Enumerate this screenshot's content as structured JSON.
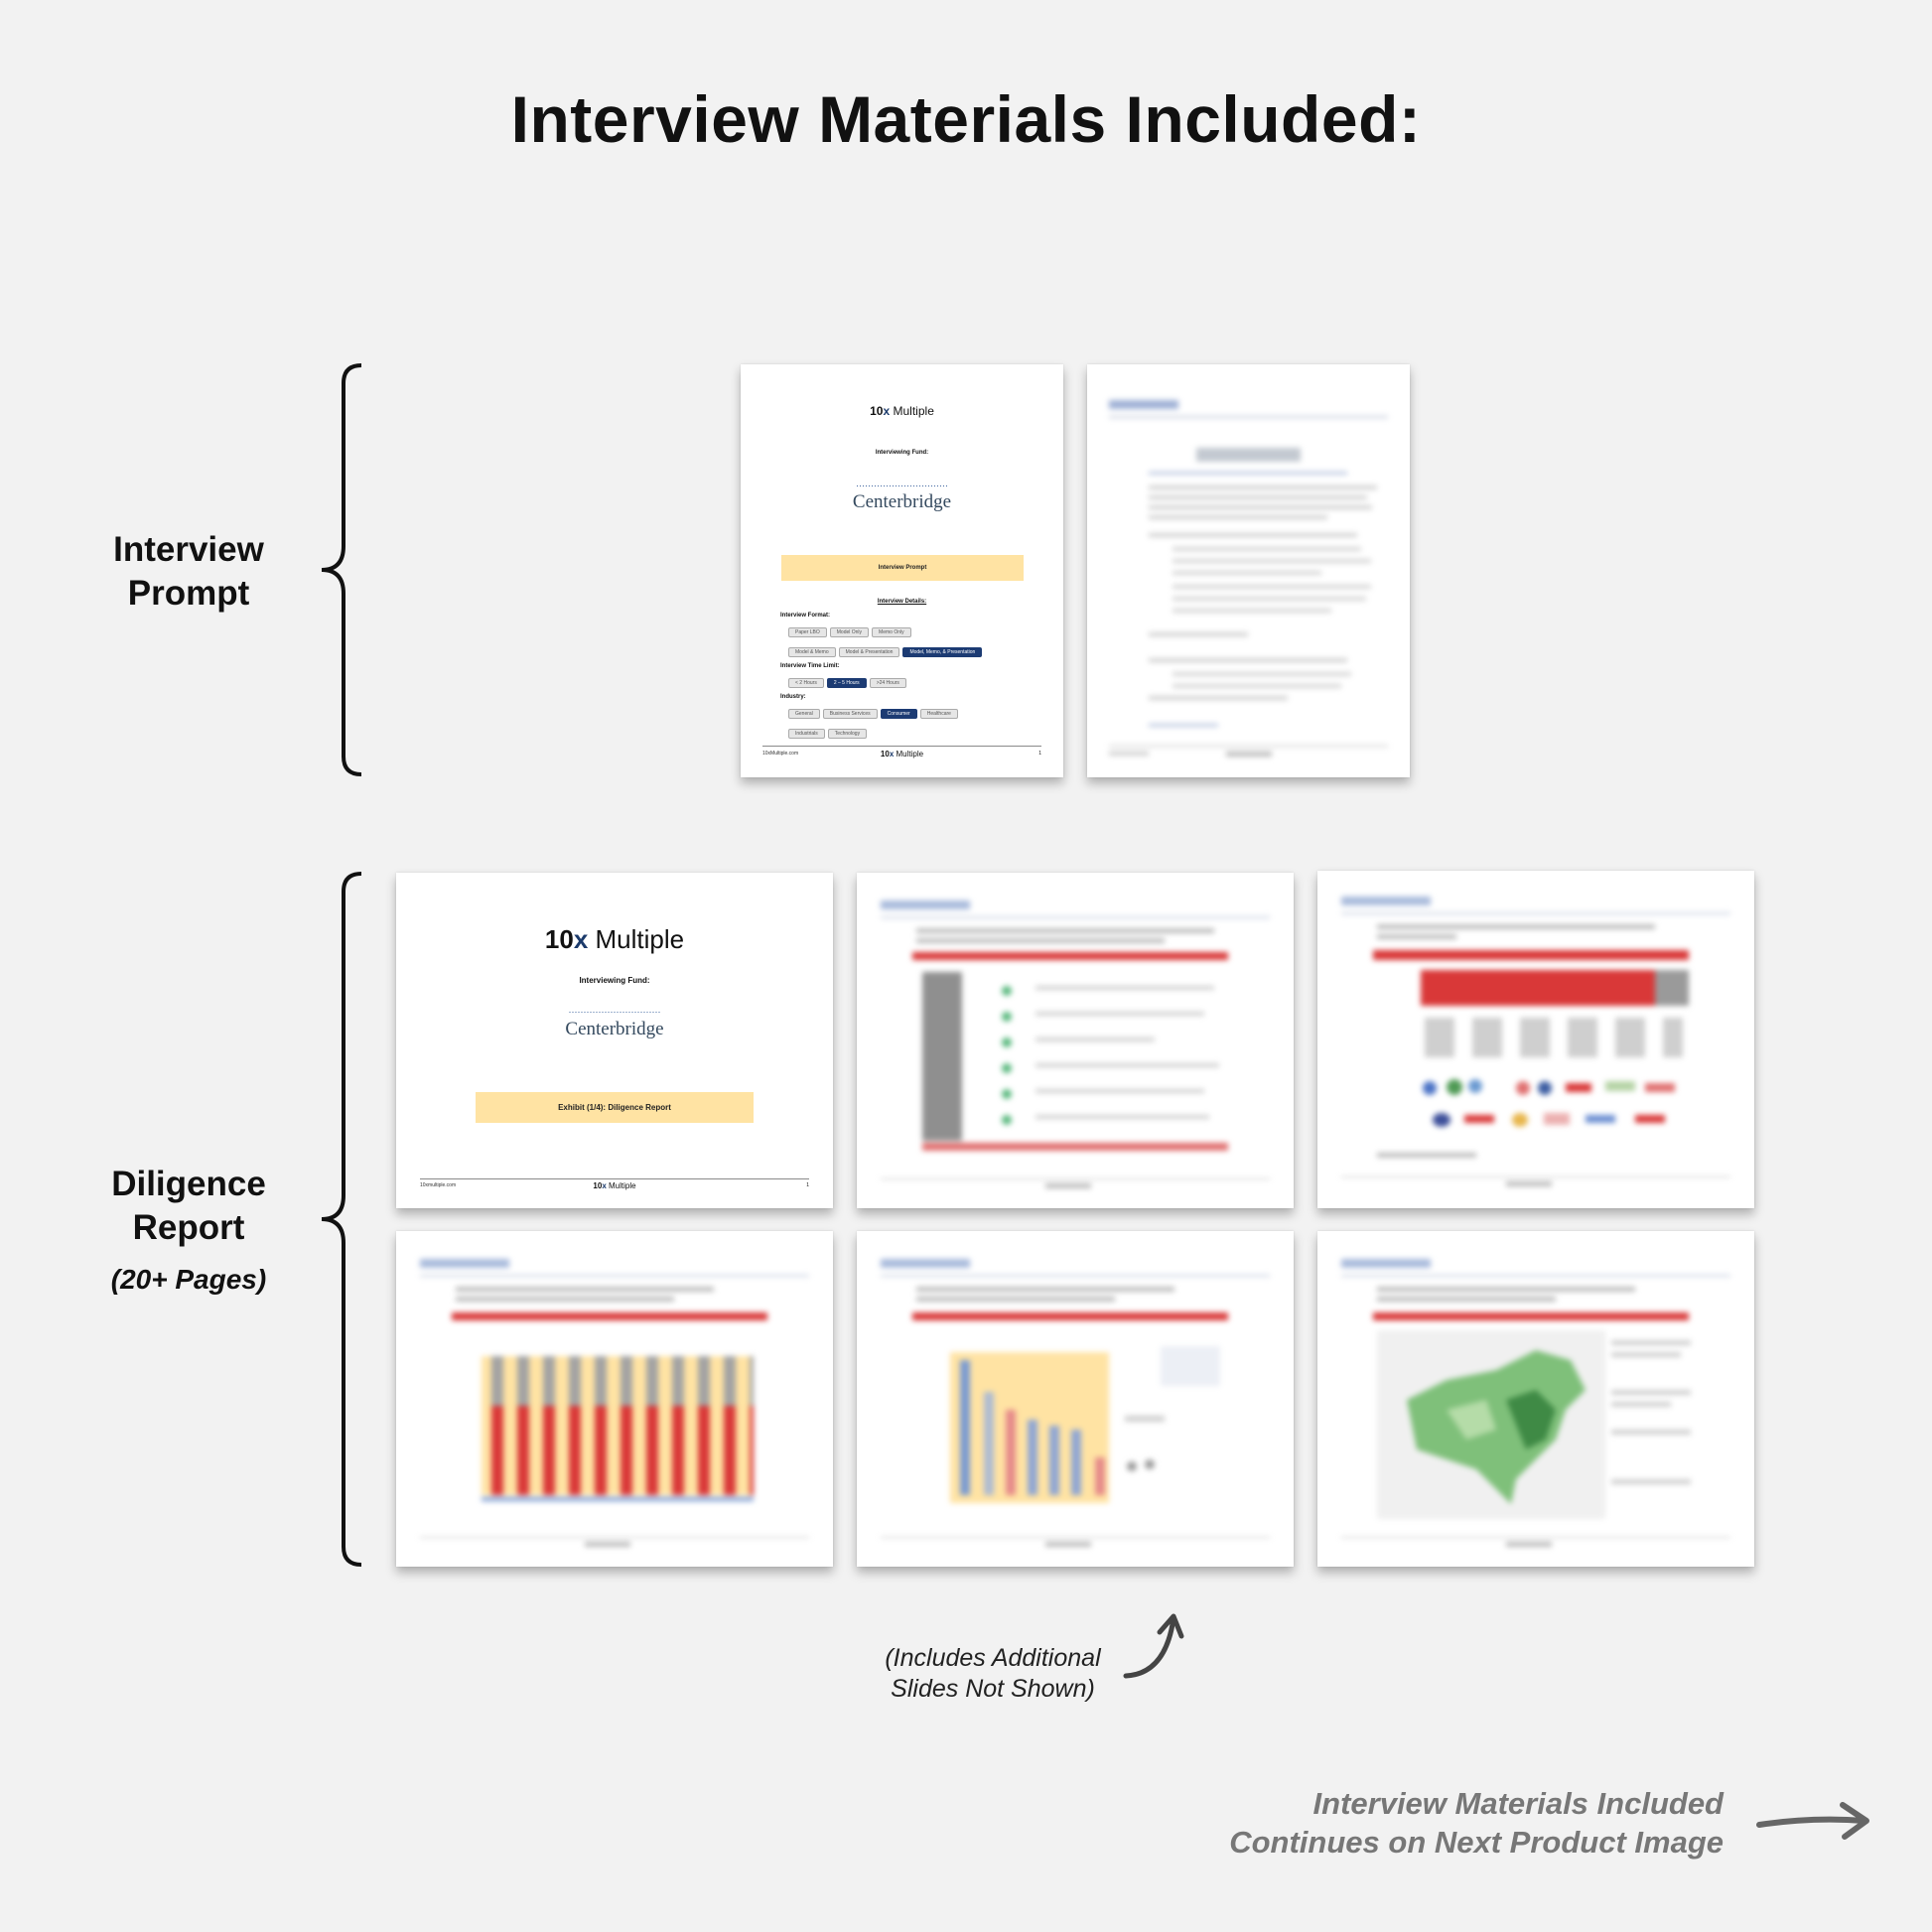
{
  "title": "Interview Materials Included:",
  "sections": {
    "prompt": {
      "label_line1": "Interview",
      "label_line2": "Prompt"
    },
    "report": {
      "label_line1": "Diligence",
      "label_line2": "Report",
      "sub": "(20+ Pages)"
    }
  },
  "prompt_cover": {
    "brand_num": "10",
    "brand_x": "x",
    "brand_word": "Multiple",
    "fund_label": "Interviewing Fund:",
    "fund_logo": "Centerbridge",
    "banner": "Interview Prompt",
    "details_heading": "Interview Details:",
    "format_label": "Interview Format:",
    "format_options": [
      "Paper LBO",
      "Model Only",
      "Memo Only",
      "Model & Memo",
      "Model & Presentation",
      "Model, Memo, & Presentation"
    ],
    "format_selected": "Model, Memo, & Presentation",
    "time_label": "Interview Time Limit:",
    "time_options": [
      "< 2 Hours",
      "2 – 5 Hours",
      ">24 Hours"
    ],
    "time_selected": "2 – 5 Hours",
    "industry_label": "Industry:",
    "industry_options": [
      "General",
      "Business Services",
      "Consumer",
      "Healthcare",
      "Industrials",
      "Technology"
    ],
    "industry_selected": "Consumer",
    "footer_left": "10xMultiple.com",
    "footer_page": "1"
  },
  "report_cover": {
    "brand_num": "10",
    "brand_x": "x",
    "brand_word": "Multiple",
    "fund_label": "Interviewing Fund:",
    "fund_logo": "Centerbridge",
    "banner": "Exhibit (1/4): Diligence Report",
    "footer_left": "10xmultiple.com",
    "footer_page": "1"
  },
  "additional_note": {
    "line1": "(Includes Additional",
    "line2": "Slides Not Shown)"
  },
  "continues_note": {
    "line1": "Interview Materials Included",
    "line2": "Continues on Next Product Image"
  },
  "colors": {
    "banner": "#ffe3a3",
    "accent_navy": "#1c3b73",
    "chart_red": "#d93838",
    "map_green": "#7fc07a",
    "background": "#f2f2f2"
  },
  "icons": [
    "left-brace",
    "curved-arrow",
    "right-arrow"
  ]
}
